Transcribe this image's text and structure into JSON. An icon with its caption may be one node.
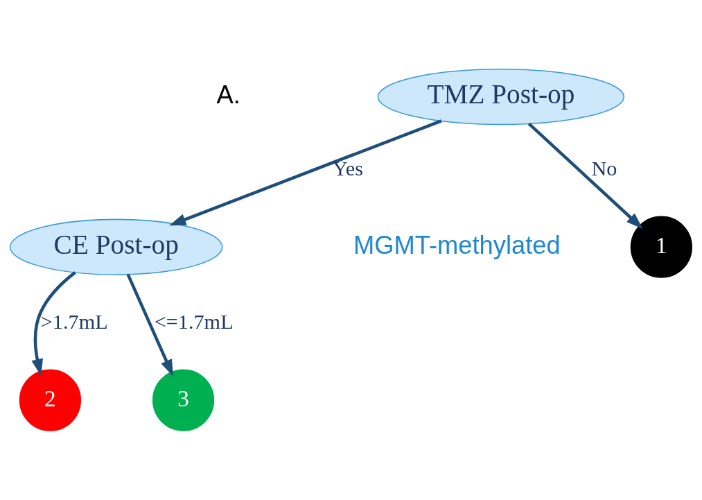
{
  "diagram": {
    "nodes": [
      {
        "text": [
          "TMZ Post-op"
        ]
      },
      {
        "text": [
          "CE Post-op"
        ]
      },
      {
        "text": [
          "1"
        ]
      },
      {
        "text": [
          "2"
        ]
      },
      {
        "text": [
          "3"
        ]
      }
    ],
    "edges": [
      {
        "from": 0,
        "to": 1,
        "arrow": "to",
        "label": "Yes"
      },
      {
        "from": 0,
        "to": 2,
        "arrow": "to",
        "label": "No"
      },
      {
        "from": 1,
        "to": 3,
        "arrow": "to",
        "label": ">1.7mL"
      },
      {
        "from": 1,
        "to": 4,
        "arrow": "to",
        "label": "<=1.7mL"
      }
    ],
    "labels": [
      "A.",
      "MGMT-methylated"
    ]
  }
}
